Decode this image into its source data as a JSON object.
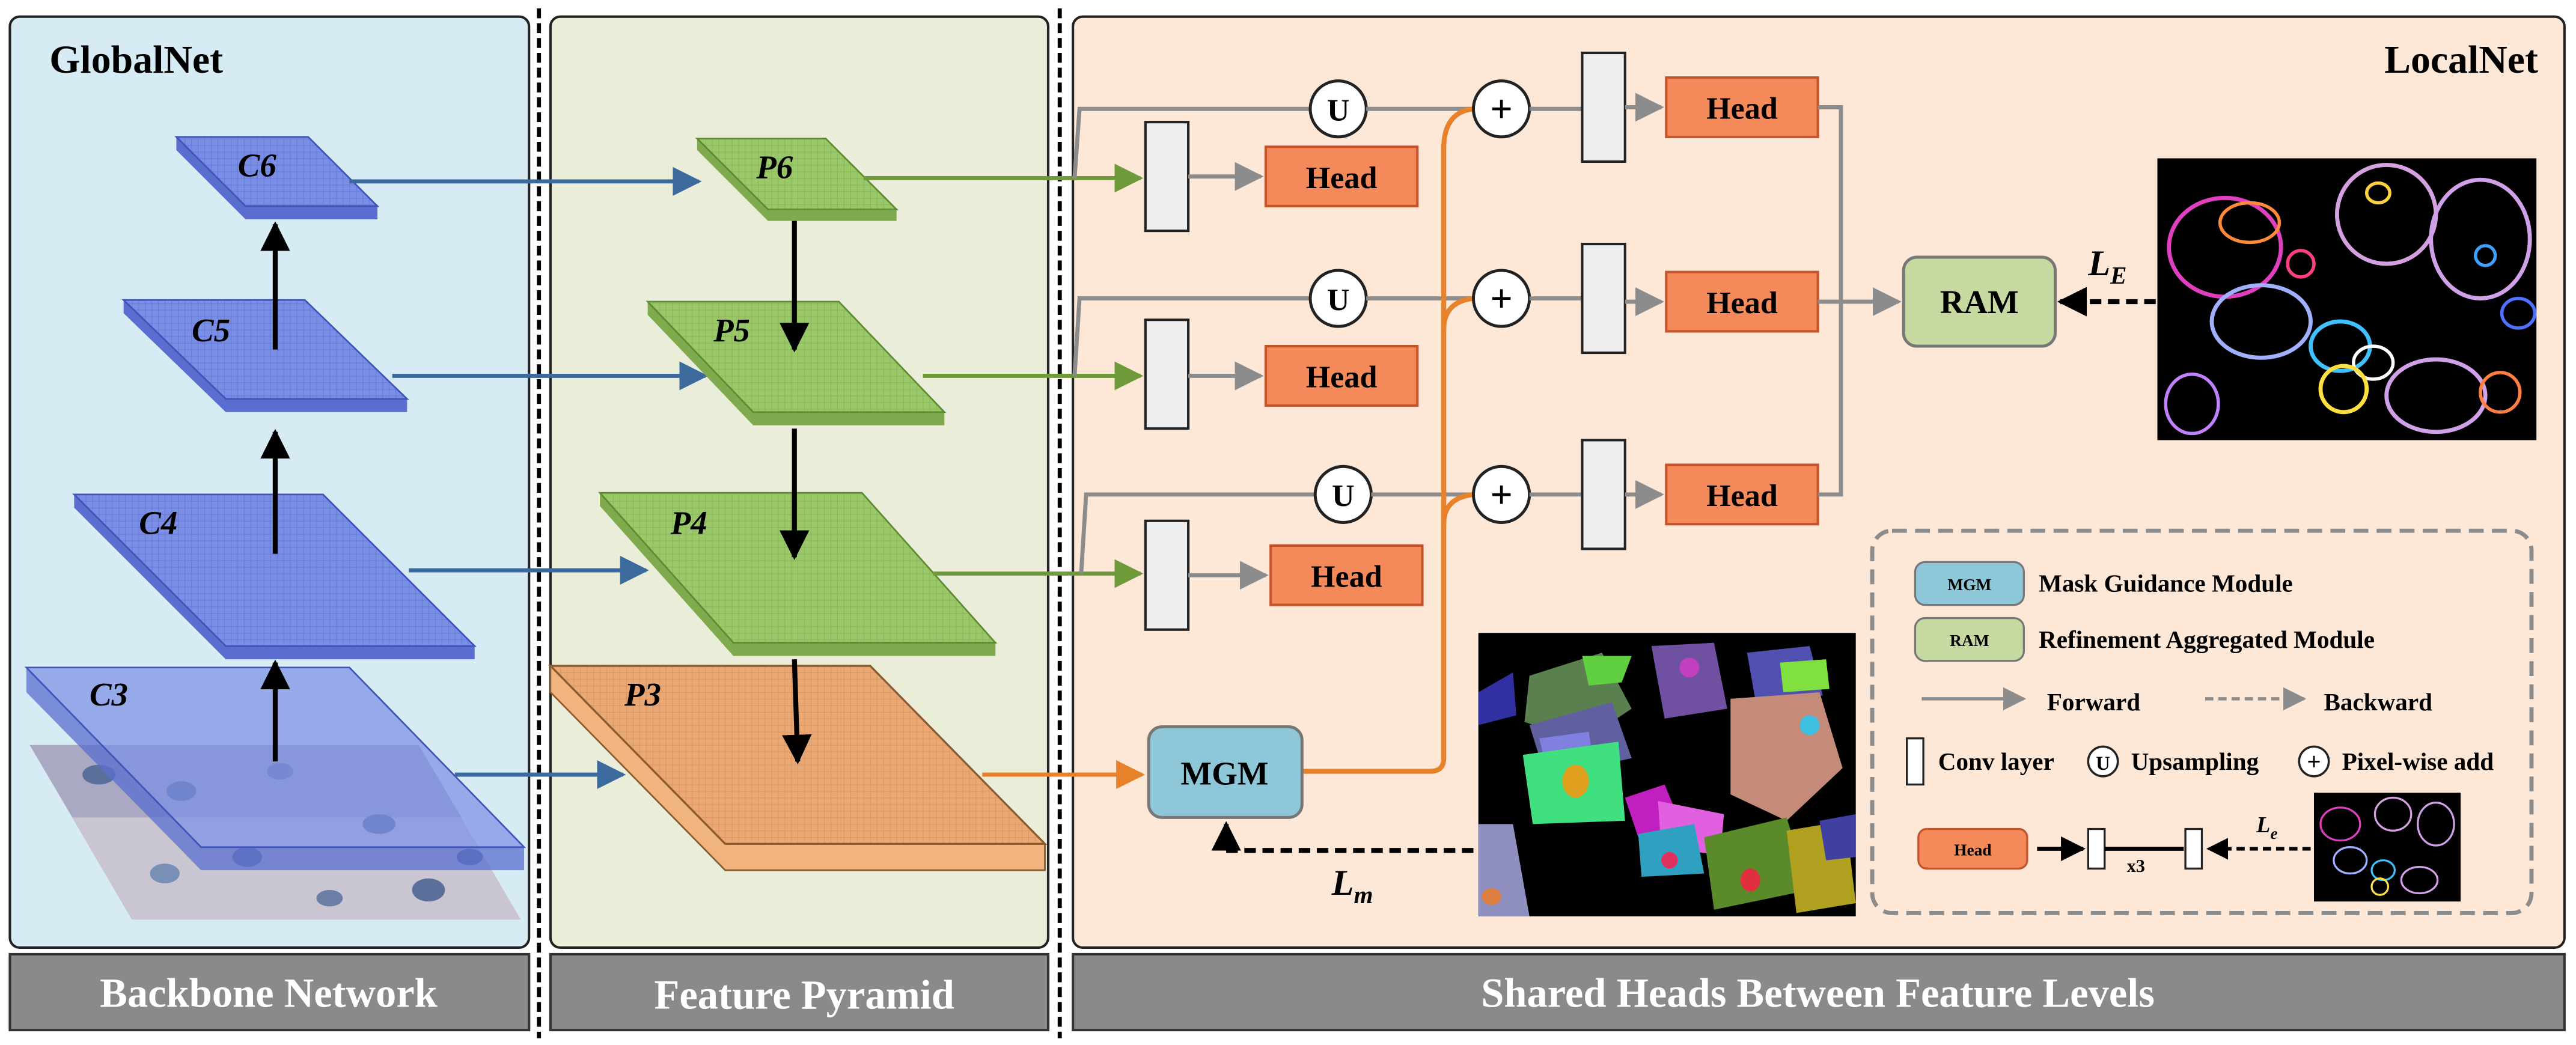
{
  "colors": {
    "global_bg": "#d6ebf3",
    "pyramid_bg": "#eaeed9",
    "local_bg": "#fde8d8",
    "footer_bg": "#8a8a8a",
    "blue_layer": "#7b8ee6",
    "green_layer": "#9bc96a",
    "orange_layer": "#f2b47e",
    "head_fill": "#f4895a",
    "mgm_fill": "#8ec8d8",
    "ram_fill": "#c5d9a0",
    "blue_arrow": "#3d6a9c",
    "green_arrow": "#6e9a3a",
    "orange_arrow": "#e8822a",
    "gray_arrow": "#8c8c8c"
  },
  "panels": {
    "global_title": "GlobalNet",
    "local_title": "LocalNet"
  },
  "footer": {
    "backbone": "Backbone Network",
    "pyramid": "Feature Pyramid",
    "heads": "Shared Heads Between Feature Levels"
  },
  "backbone_layers": [
    "C6",
    "C5",
    "C4",
    "C3"
  ],
  "pyramid_layers": [
    "P6",
    "P5",
    "P4",
    "P3"
  ],
  "modules": {
    "head": "Head",
    "mgm": "MGM",
    "ram": "RAM",
    "upsample_symbol": "U",
    "add_symbol": "+"
  },
  "losses": {
    "le_main": "L",
    "le_main_sub": "E",
    "lm": "L",
    "lm_sub": "m",
    "le_legend": "L",
    "le_legend_sub": "e"
  },
  "legend": {
    "mgm_short": "MGM",
    "mgm_full": "Mask Guidance Module",
    "ram_short": "RAM",
    "ram_full": "Refinement Aggregated Module",
    "forward": "Forward",
    "backward": "Backward",
    "conv": "Conv layer",
    "upsampling": "Upsampling",
    "pixel_add": "Pixel-wise add",
    "head": "Head",
    "repeat": "x3"
  }
}
